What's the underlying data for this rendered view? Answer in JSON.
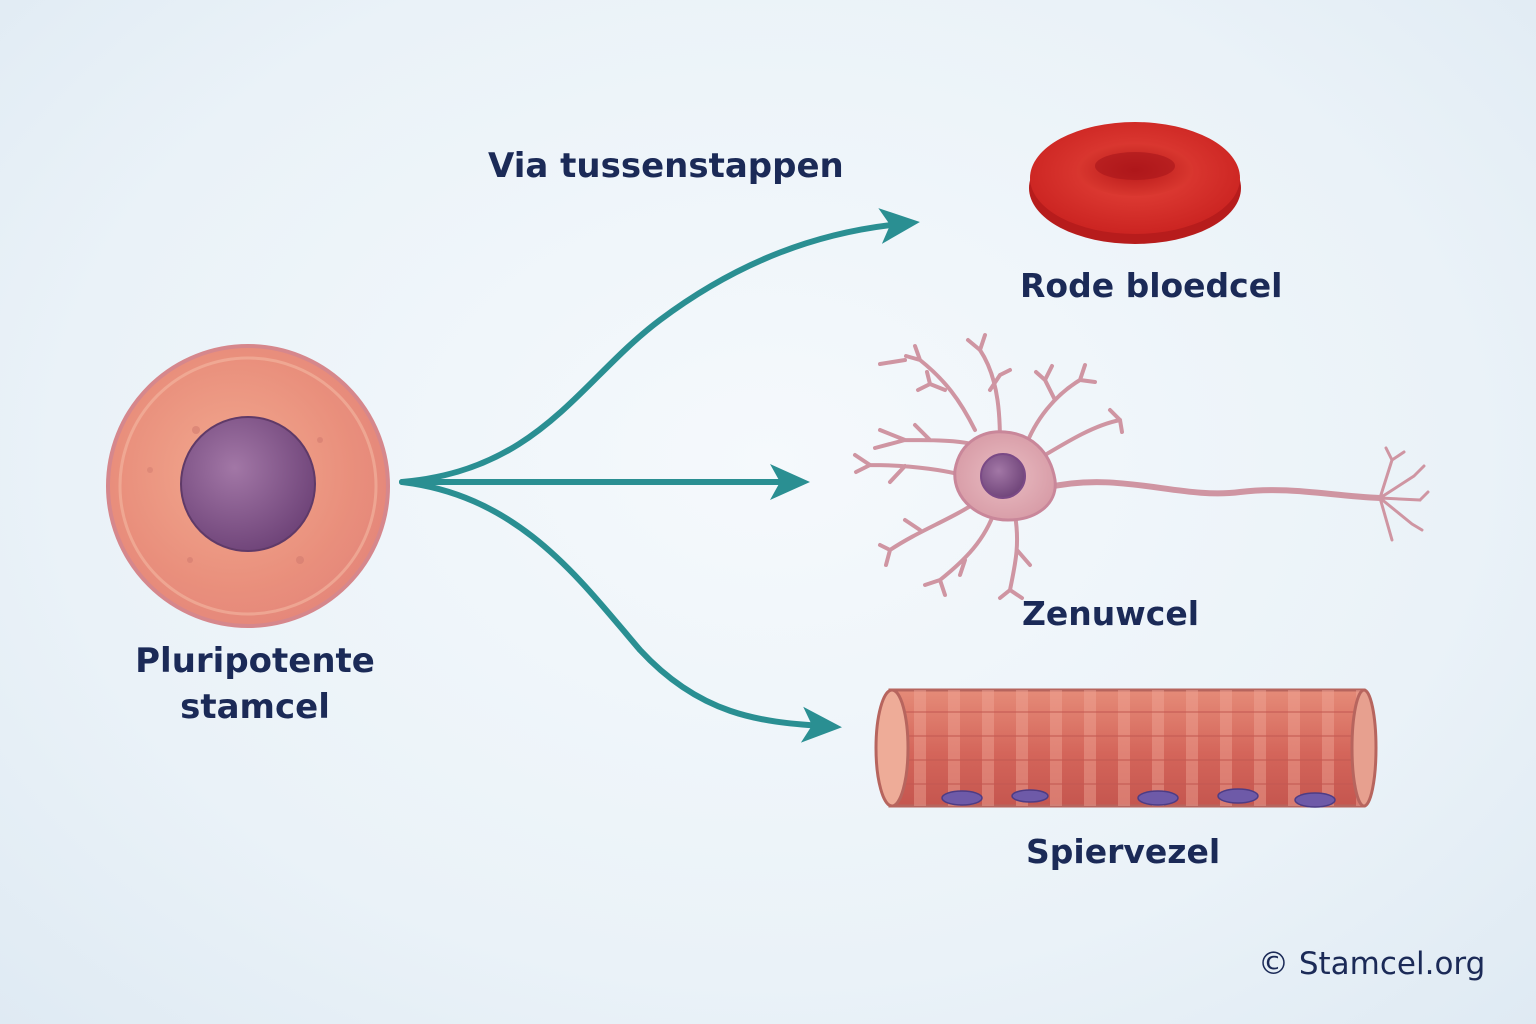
{
  "diagram": {
    "stem_cell": {
      "label_line1": "Pluripotente",
      "label_line2": "stamcel"
    },
    "pathway_label": "Via tussenstappen",
    "targets": [
      {
        "label": "Rode bloedcel"
      },
      {
        "label": "Zenuwcel"
      },
      {
        "label": "Spiervezel"
      }
    ],
    "copyright": "© Stamcel.org",
    "colors": {
      "arrow": "#2a8f92",
      "label_text": "#1b2a57",
      "stem_cell_cytoplasm": "#eb9a86",
      "stem_cell_nucleus": "#8a5a8f",
      "red_blood_cell": "#d7302b",
      "neuron": "#d8a5ae",
      "muscle_fiber": "#d66a5e",
      "muscle_nuclei": "#6e5aa8"
    }
  }
}
